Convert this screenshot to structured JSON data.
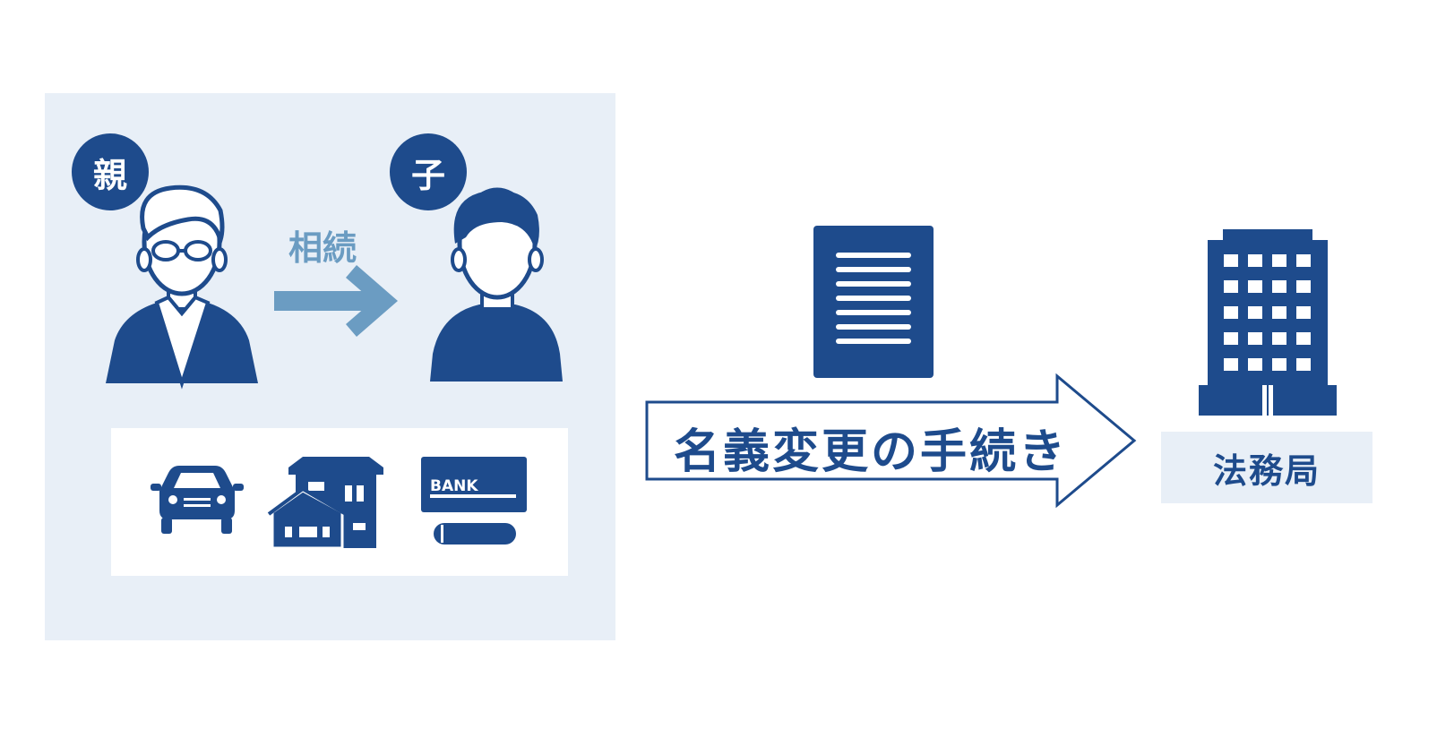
{
  "colors": {
    "primary": "#1e4b8c",
    "accent": "#6b9cc2",
    "panel_bg": "#e8eff7",
    "white": "#ffffff"
  },
  "left_panel": {
    "parent_badge": "親",
    "child_badge": "子",
    "inherit_label": "相続",
    "bank_card_label": "BANK"
  },
  "procedure_arrow": {
    "label": "名義変更の手続き"
  },
  "office": {
    "label": "法務局"
  }
}
